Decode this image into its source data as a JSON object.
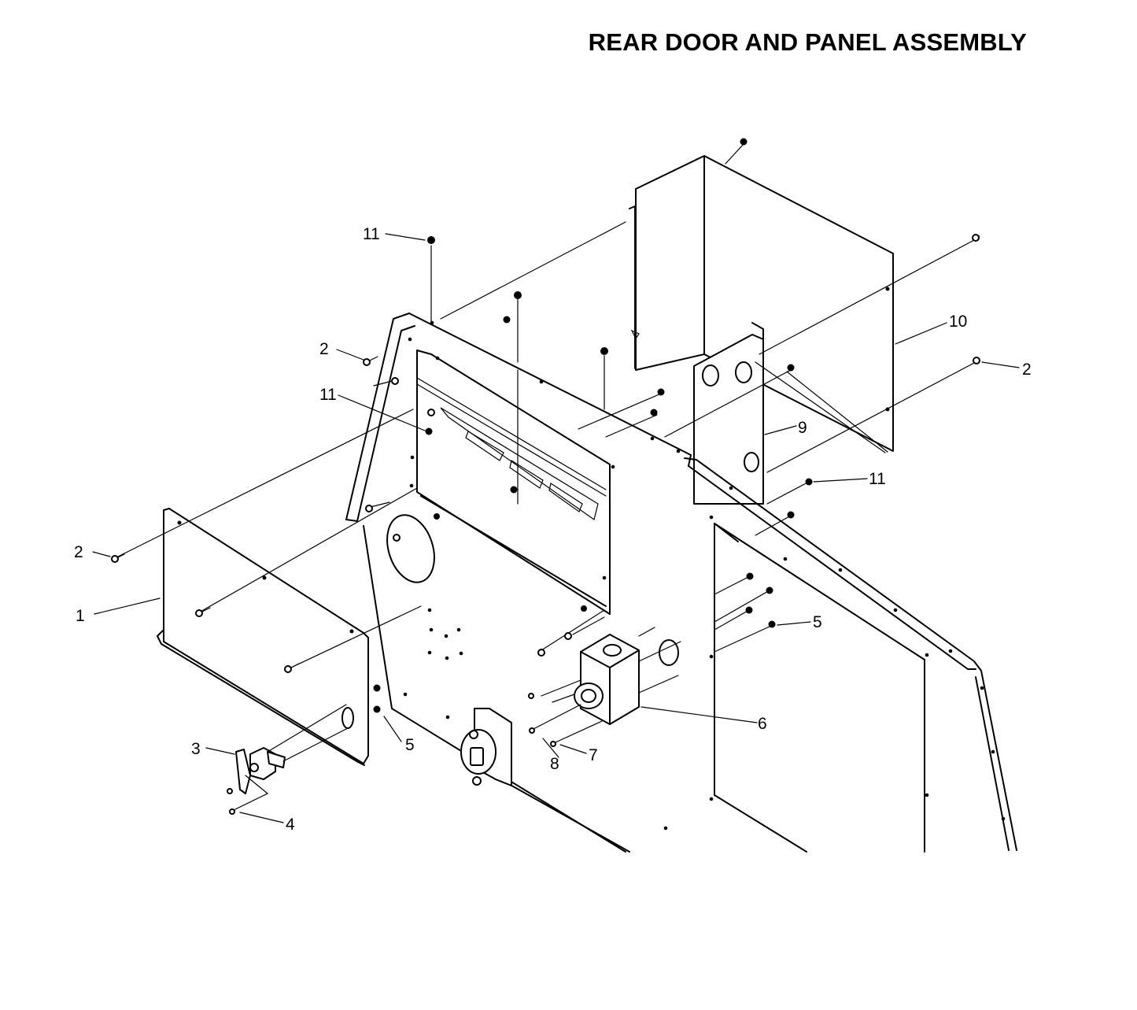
{
  "title": "REAR DOOR AND PANEL ASSEMBLY",
  "callouts": [
    {
      "id": "c1",
      "label": "1"
    },
    {
      "id": "c2a",
      "label": "2"
    },
    {
      "id": "c2b",
      "label": "2"
    },
    {
      "id": "c2c",
      "label": "2"
    },
    {
      "id": "c3",
      "label": "3"
    },
    {
      "id": "c4",
      "label": "4"
    },
    {
      "id": "c5a",
      "label": "5"
    },
    {
      "id": "c5b",
      "label": "5"
    },
    {
      "id": "c6",
      "label": "6"
    },
    {
      "id": "c7",
      "label": "7"
    },
    {
      "id": "c8",
      "label": "8"
    },
    {
      "id": "c9",
      "label": "9"
    },
    {
      "id": "c10",
      "label": "10"
    },
    {
      "id": "c11a",
      "label": "11"
    },
    {
      "id": "c11b",
      "label": "11"
    },
    {
      "id": "c11c",
      "label": "11"
    }
  ]
}
